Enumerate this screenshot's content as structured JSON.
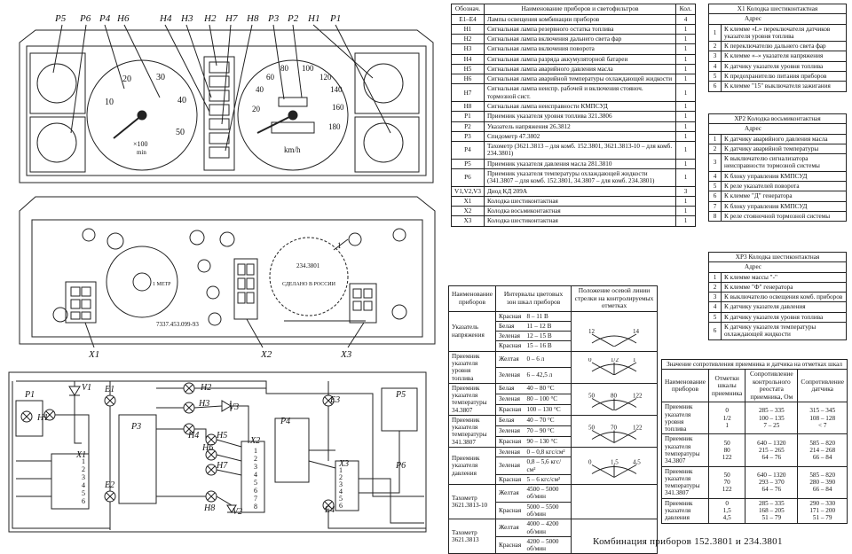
{
  "panel": {
    "top_labels": [
      "P5",
      "P6",
      "P4",
      "H6",
      "H4",
      "H3",
      "H2",
      "H7",
      "H8",
      "P3",
      "P2",
      "H1",
      "P1"
    ],
    "tacho_ticks": [
      "10",
      "20",
      "30",
      "40",
      "50"
    ],
    "tacho_unit": "×100",
    "tacho_unit2": "min",
    "speedo_ticks": [
      "20",
      "40",
      "60",
      "80",
      "100",
      "120",
      "140",
      "160",
      "180"
    ],
    "speedo_unit": "km/h",
    "back_labels": [
      "X1",
      "X2",
      "X3"
    ],
    "back_marks": [
      "1",
      "234.3801",
      "СДЕЛАНО В РОССИИ",
      "1 МЕТР",
      "7337.453.099-93"
    ]
  },
  "schematic": {
    "labels": [
      "P1",
      "H1",
      "V1",
      "E1",
      "H2",
      "H3",
      "V3",
      "P3",
      "H4",
      "H5",
      "X2",
      "H6",
      "H7",
      "E2",
      "H8",
      "V2",
      "P4",
      "E3",
      "P5",
      "X3",
      "P6",
      "E4",
      "X1"
    ],
    "pins": [
      "1",
      "2",
      "3",
      "4",
      "5",
      "6",
      "7",
      "8"
    ]
  },
  "main_table": {
    "headers": [
      "Обознач.",
      "Наименование приборов и светофильтров",
      "Кол."
    ],
    "rows": [
      [
        "E1–E4",
        "Лампы освещения комбинации приборов",
        "4"
      ],
      [
        "H1",
        "Сигнальная лампа резервного остатка топлива",
        "1"
      ],
      [
        "H2",
        "Сигнальная лампа включения дальнего света фар",
        "1"
      ],
      [
        "H3",
        "Сигнальная лампа включения поворота",
        "1"
      ],
      [
        "H4",
        "Сигнальная лампа разряда аккумуляторной батареи",
        "1"
      ],
      [
        "H5",
        "Сигнальная лампа аварийного давления масла",
        "1"
      ],
      [
        "H6",
        "Сигнальная лампа аварийной температуры охлаждающей жидкости",
        "1"
      ],
      [
        "H7",
        "Сигнальная лампа неиспр. рабочей и включения стояноч. тормозной сист.",
        "1"
      ],
      [
        "H8",
        "Сигнальная лампа неисправности КМПСУД",
        "1"
      ],
      [
        "P1",
        "Приемник указателя уровня топлива 321.3806",
        "1"
      ],
      [
        "P2",
        "Указатель напряжения 26.3812",
        "1"
      ],
      [
        "P3",
        "Спидометр 47.3802",
        "1"
      ],
      [
        "P4",
        "Тахометр (3621.3813 – для комб. 152.3801, 3621.3813-10 – для комб. 234.3801)",
        "1"
      ],
      [
        "P5",
        "Приемник указателя давления масла 281.3810",
        "1"
      ],
      [
        "P6",
        "Приемник указателя температуры охлаждающей жидкости (341.3807 – для комб. 152.3801, 34.3807 – для комб. 234.3801)",
        "1"
      ],
      [
        "V1,V2,V3",
        "Диод КД 209А",
        "3"
      ],
      [
        "X1",
        "Колодка шестиконтактная",
        "1"
      ],
      [
        "X2",
        "Колодка восьмиконтактная",
        "1"
      ],
      [
        "X3",
        "Колодка шестиконтактная",
        "1"
      ]
    ]
  },
  "x1_table": {
    "title": "X1 Колодка шестиконтактная",
    "addr": "Адрес",
    "rows": [
      [
        "1",
        "К клемме «L» переключателя датчиков указателя уровня топлива"
      ],
      [
        "2",
        "К переключателю дальнего света фар"
      ],
      [
        "3",
        "К клемме «–» указателя напряжения"
      ],
      [
        "4",
        "К датчику указателя уровня топлива"
      ],
      [
        "5",
        "К предохранителю питания приборов"
      ],
      [
        "6",
        "К клемме \"15\" выключателя зажигания"
      ]
    ]
  },
  "x2_table": {
    "title": "ХР2 Колодка восьмиконтактная",
    "addr": "Адрес",
    "rows": [
      [
        "1",
        "К датчику аварийного давления масла"
      ],
      [
        "2",
        "К датчику аварийной температуры"
      ],
      [
        "3",
        "К выключателю сигнализатора неисправности тормозной системы"
      ],
      [
        "4",
        "К блоку управления КМПСУД"
      ],
      [
        "5",
        "К реле указателей поворота"
      ],
      [
        "6",
        "К клемме \"Д\" генератора"
      ],
      [
        "7",
        "К блоку управления КМПСУД"
      ],
      [
        "8",
        "К реле стояночной тормозной системы"
      ]
    ]
  },
  "x3_table": {
    "title": "ХР3 Колодка шестиконтактная",
    "addr": "Адрес",
    "rows": [
      [
        "1",
        "К клемме массы \"-\""
      ],
      [
        "2",
        "К клемме \"Ф\" генератора"
      ],
      [
        "3",
        "К выключателю освещения комб. приборов"
      ],
      [
        "4",
        "К датчику указателя давления"
      ],
      [
        "5",
        "К датчику указателя уровня топлива"
      ],
      [
        "6",
        "К датчику указателя температуры охлаждающей жидкости"
      ]
    ]
  },
  "zone_table": {
    "headers": [
      "Наименование приборов",
      "Интервалы цветовых зон шкал приборов",
      "Положение осевой линии стрелки на контролируемых отметках"
    ],
    "rows": [
      {
        "name": "Указатель напряжения",
        "zones": [
          [
            "Красная",
            "8 – 11 В"
          ],
          [
            "Белая",
            "11 – 12 В"
          ],
          [
            "Зеленая",
            "12 – 15 В"
          ],
          [
            "Красная",
            "15 – 16 В"
          ]
        ],
        "marks": [
          "12",
          "14"
        ]
      },
      {
        "name": "Приемник указателя уровня топлива",
        "zones": [
          [
            "Желтая",
            "0 – 6 л"
          ],
          [
            "Зеленая",
            "6 – 42,5 л"
          ]
        ],
        "marks": [
          "0",
          "1/2",
          "1"
        ]
      },
      {
        "name": "Приемник указателя температуры 34.3807",
        "zones": [
          [
            "Белая",
            "40 – 80 °С"
          ],
          [
            "Зеленая",
            "80 – 100 °С"
          ],
          [
            "Красная",
            "100 – 130 °С"
          ]
        ],
        "marks": [
          "50",
          "80",
          "122"
        ]
      },
      {
        "name": "Приемник указателя температуры 341.3807",
        "zones": [
          [
            "Белая",
            "40 – 70 °С"
          ],
          [
            "Зеленая",
            "70 – 90 °С"
          ],
          [
            "Красная",
            "90 – 130 °С"
          ]
        ],
        "marks": [
          "50",
          "70",
          "122"
        ]
      },
      {
        "name": "Приемник указателя давления",
        "zones": [
          [
            "Зеленая",
            "0 – 0,8 кгс/см²"
          ],
          [
            "Зеленая",
            "0,8 – 5,6 кгс/см²"
          ],
          [
            "Красная",
            "5 – 6 кгс/см²"
          ]
        ],
        "marks": [
          "0",
          "1,5",
          "4,5"
        ]
      },
      {
        "name": "Тахометр 3621.3813-10",
        "zones": [
          [
            "Желтая",
            "4500 – 5000 об/мин"
          ],
          [
            "Красная",
            "5000 – 5500 об/мин"
          ]
        ],
        "marks": []
      },
      {
        "name": "Тахометр 3621.3813",
        "zones": [
          [
            "Желтая",
            "4000 – 4200 об/мин"
          ],
          [
            "Красная",
            "4200 – 5000 об/мин"
          ]
        ],
        "marks": []
      }
    ]
  },
  "resist_table": {
    "title": "Значение сопротивления приемника и датчика на отметках шкал",
    "headers": [
      "Наименование приборов",
      "Отметки шкалы приемника",
      "Сопротивление контрольного реостата приемника, Ом",
      "Сопротивление датчика"
    ],
    "rows": [
      {
        "name": "Приемник указателя уровня топлива",
        "marks": [
          "0",
          "1/2",
          "1"
        ],
        "r1": [
          "285 – 335",
          "100 – 135",
          "7 – 25"
        ],
        "r2": [
          "315 – 345",
          "108 – 128",
          "< 7"
        ]
      },
      {
        "name": "Приемник указателя температуры 34.3807",
        "marks": [
          "50",
          "80",
          "122"
        ],
        "r1": [
          "640 – 1320",
          "215 – 265",
          "64 – 76"
        ],
        "r2": [
          "585 – 820",
          "214 – 268",
          "66 – 84"
        ]
      },
      {
        "name": "Приемник указателя температуры 341.3807",
        "marks": [
          "50",
          "70",
          "122"
        ],
        "r1": [
          "640 – 1320",
          "293 – 370",
          "64 – 76"
        ],
        "r2": [
          "585 – 820",
          "280 – 390",
          "66 – 84"
        ]
      },
      {
        "name": "Приемник указателя давления",
        "marks": [
          "0",
          "1,5",
          "4,5"
        ],
        "r1": [
          "285 – 335",
          "168 – 205",
          "51 – 79"
        ],
        "r2": [
          "290 – 330",
          "171 – 200",
          "51 – 79"
        ]
      }
    ]
  },
  "caption": "Комбинация приборов 152.3801 и 234.3801"
}
